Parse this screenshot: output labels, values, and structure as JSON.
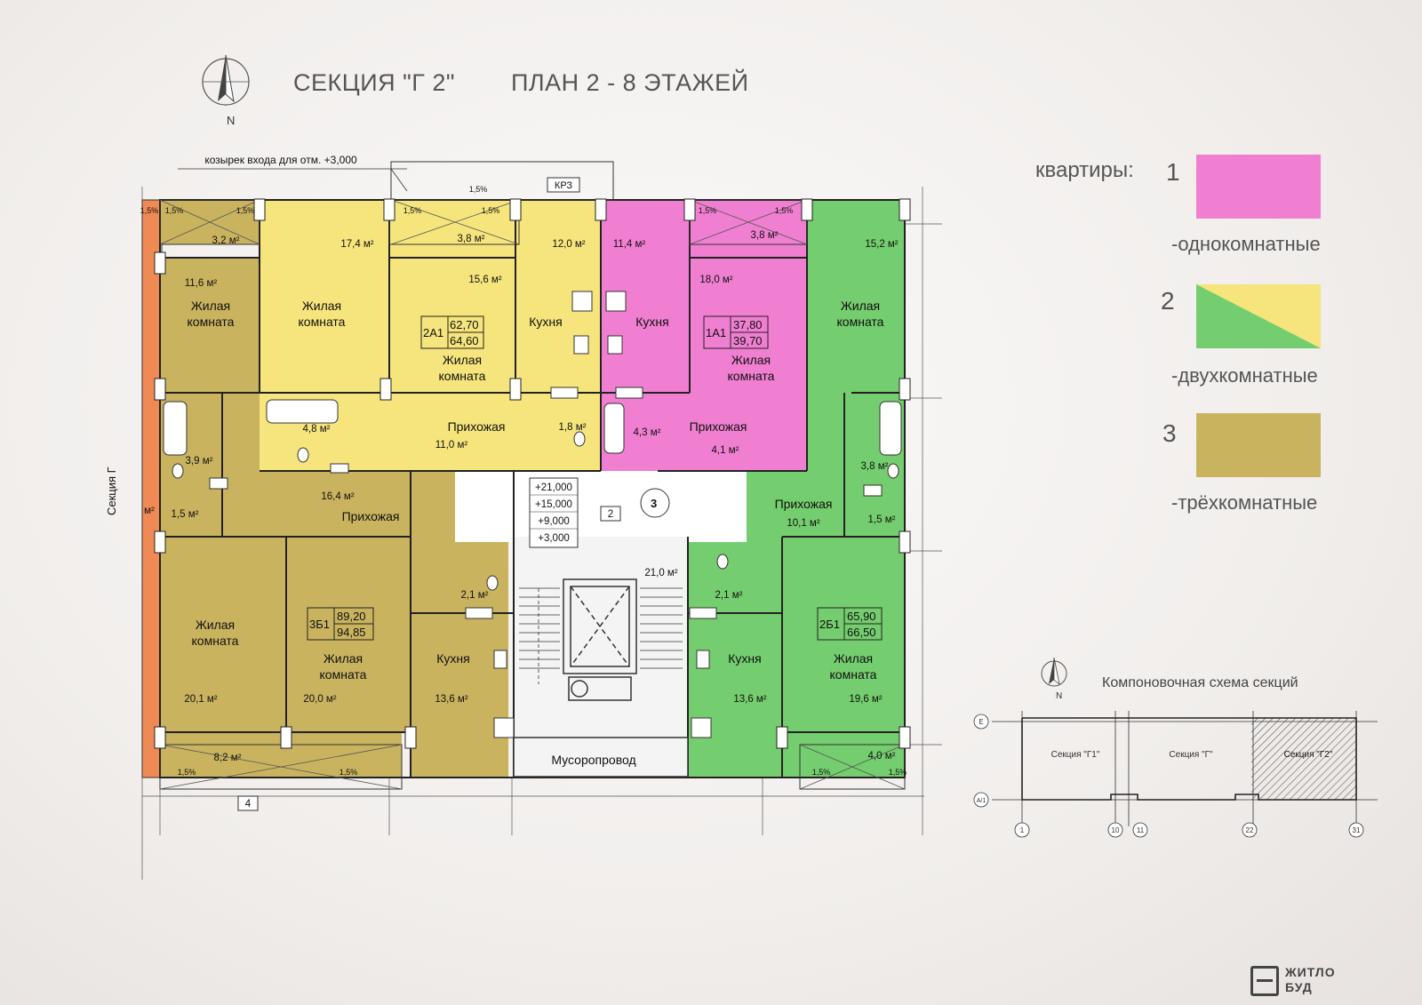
{
  "header": {
    "section_title": "СЕКЦИЯ \"Г 2\"",
    "plan_title": "ПЛАН 2 - 8 ЭТАЖЕЙ",
    "compass_letter": "N"
  },
  "legend": {
    "heading": "квартиры:",
    "items": [
      {
        "num": "1",
        "label": "-однокомнатные",
        "color": "#f07fd1"
      },
      {
        "num": "2",
        "label": "-двухкомнатные",
        "color_a": "#74cd6e",
        "color_b": "#f5e57c"
      },
      {
        "num": "3",
        "label": "-трёхкомнатные",
        "color": "#c9b35f"
      }
    ]
  },
  "plan": {
    "canopy_note": "козырек входа для отм. +3,000",
    "krz": "КРЗ",
    "section_side": "Секция Г",
    "slope": "1,5%",
    "garbage": "Мусоропровод",
    "stair_number": "3",
    "elevation_marks": [
      "+21,000",
      "+15,000",
      "+9,000",
      "+3,000"
    ],
    "stair_marker": "2",
    "axis_marker": "4",
    "lobby_area": "21,0 м²",
    "rooms": {
      "living": "Жилая",
      "room": "комната",
      "kitchen": "Кухня",
      "hall": "Прихожая"
    },
    "apartments": [
      {
        "code": "2А1",
        "a1": "62,70",
        "a2": "64,60"
      },
      {
        "code": "1А1",
        "a1": "37,80",
        "a2": "39,70"
      },
      {
        "code": "3Б1",
        "a1": "89,20",
        "a2": "94,85"
      },
      {
        "code": "2Б1",
        "a1": "65,90",
        "a2": "66,50"
      }
    ],
    "areas": {
      "a32": "3,2 м²",
      "a116": "11,6 м²",
      "a174": "17,4 м²",
      "a38a": "3,8 м²",
      "a156": "15,6 м²",
      "a120": "12,0 м²",
      "a114": "11,4 м²",
      "a38b": "3,8 м²",
      "a180": "18,0 м²",
      "a152": "15,2 м²",
      "a48": "4,8 м²",
      "a110": "11,0 м²",
      "a18": "1,8 м²",
      "a43": "4,3 м²",
      "a41": "4,1 м²",
      "a39": "3,9 м²",
      "a38c": "3,8 м²",
      "a164": "16,4 м²",
      "a15a": "1,5 м²",
      "a101": "10,1 м²",
      "a15b": "1,5 м²",
      "a21a": "2,1 м²",
      "a21b": "2,1 м²",
      "a201": "20,1 м²",
      "a200": "20,0 м²",
      "a136a": "13,6 м²",
      "a136b": "13,6 м²",
      "a196": "19,6 м²",
      "a82": "8,2 м²",
      "a40": "4,0 м²",
      "aleft": "м²"
    }
  },
  "scheme": {
    "title": "Компоновочная схема секций",
    "sections": [
      "Секция \"Г1\"",
      "Секция \"Г\"",
      "Секция \"Г2\""
    ],
    "axes_rows": [
      "E",
      "А/1"
    ],
    "axes_cols": [
      "1",
      "10",
      "11",
      "22",
      "31"
    ],
    "compass_letter": "N"
  },
  "logo": {
    "line1": "ЖИТЛО",
    "line2": "БУД"
  },
  "colors": {
    "pink": "#f07fd1",
    "green": "#74cd6e",
    "yellow": "#f5e57c",
    "olive": "#c9b35f",
    "orange": "#f08a55"
  }
}
